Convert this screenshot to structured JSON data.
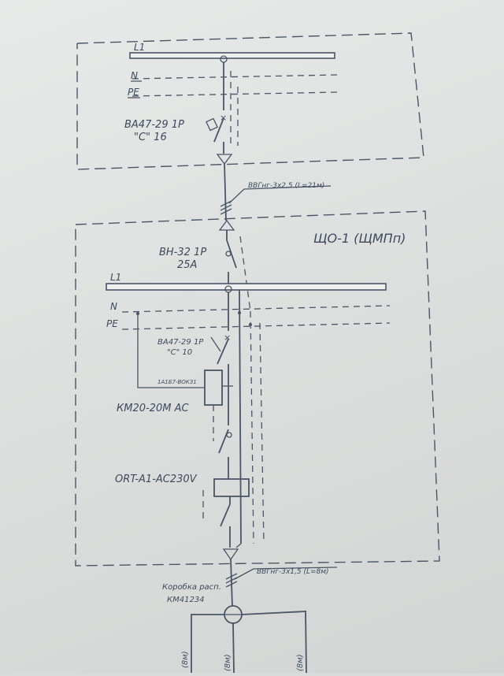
{
  "upper_panel": {
    "bus_l1": "L1",
    "bus_n": "N",
    "bus_pe": "PE",
    "breaker_model": "ВА47-29 1Р",
    "breaker_rating": "\"С\" 16"
  },
  "feed_cable": "ВВГнг-3х2,5 (L=21м)",
  "main_panel": {
    "title": "ЩО-1 (ЩМПп)",
    "switch_model": "ВН-32 1Р",
    "switch_rating": "25А",
    "bus_l1": "L1",
    "bus_n": "N",
    "bus_pe": "PE",
    "breaker_model": "ВА47-29 1Р",
    "breaker_rating": "\"С\" 10",
    "coil_tag": "1А1Б7-ВОКЗ1",
    "contactor_model": "КМ20-20М АС",
    "relay_model": "ORT-A1-AC230V"
  },
  "out_cable": "ВВГнг-3х1,5 (L=8м)",
  "junction": {
    "label_line1": "Коробка расп.",
    "label_line2": "КМ41234"
  },
  "bottom_labels": [
    "(8м)",
    "(8м)",
    "(8м)"
  ]
}
